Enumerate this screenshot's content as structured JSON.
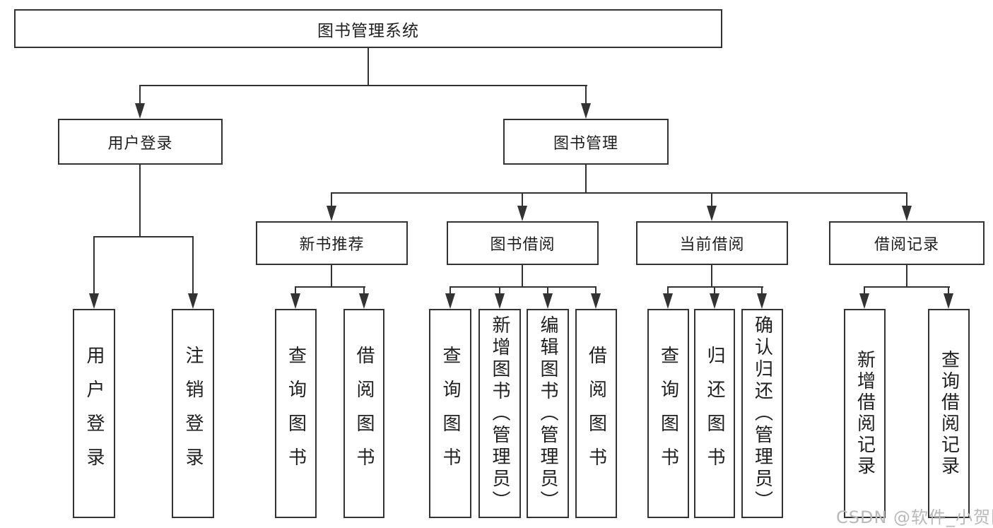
{
  "tree": {
    "root": {
      "label": "图书管理系统"
    },
    "branches": [
      {
        "label": "用户登录",
        "children": [
          {
            "label": "用户登录"
          },
          {
            "label": "注销登录"
          }
        ]
      },
      {
        "label": "图书管理",
        "children": [
          {
            "label": "新书推荐",
            "children": [
              {
                "label": "查询图书"
              },
              {
                "label": "借阅图书"
              }
            ]
          },
          {
            "label": "图书借阅",
            "children": [
              {
                "label": "查询图书"
              },
              {
                "label": "新增图书（管理员）"
              },
              {
                "label": "编辑图书（管理员）"
              },
              {
                "label": "借阅图书"
              }
            ]
          },
          {
            "label": "当前借阅",
            "children": [
              {
                "label": "查询图书"
              },
              {
                "label": "归还图书"
              },
              {
                "label": "确认归还（管理员）"
              }
            ]
          },
          {
            "label": "借阅记录",
            "children": [
              {
                "label": "新增借阅记录"
              },
              {
                "label": "查询借阅记录"
              }
            ]
          }
        ]
      }
    ]
  },
  "watermark": {
    "text": "CSDN @软件_小贺同学"
  },
  "colors": {
    "line": "#333333",
    "box_border": "#333333",
    "text": "#1f1f1f",
    "background": "#ffffff",
    "watermark": "#b9b9b9"
  }
}
